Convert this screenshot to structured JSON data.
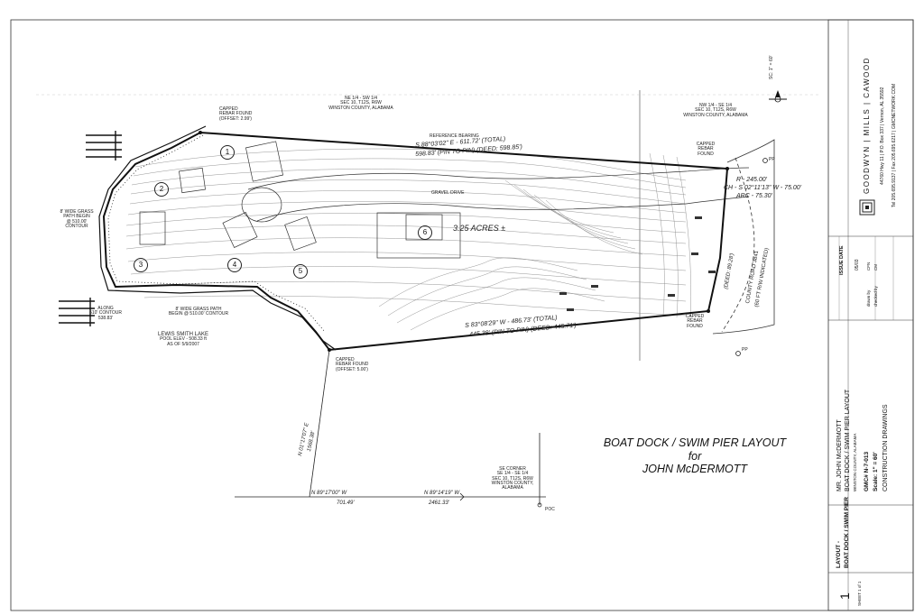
{
  "title": {
    "line1": "BOAT DOCK / SWIM PIER LAYOUT",
    "line2": "for",
    "line3": "JOHN McDERMOTT"
  },
  "labels": {
    "ne_quarter": [
      "NE 1/4 - SW 1/4",
      "SEC 10, T12S, R6W",
      "WINSTON COUNTY, ALABAMA"
    ],
    "nw_quarter": [
      "NW 1/4 - SE 1/4",
      "SEC 10, T12S, R6W",
      "WINSTON COUNTY, ALABAMA"
    ],
    "capped_rebar_nw": [
      "CAPPED",
      "REBAR FOUND",
      "(OFFSET: 2.99')"
    ],
    "capped_rebar_ne": [
      "CAPPED",
      "REBAR",
      "FOUND"
    ],
    "capped_rebar_se": [
      "CAPPED",
      "REBAR",
      "FOUND"
    ],
    "capped_rebar_sw": [
      "CAPPED",
      "REBAR FOUND",
      "(OFFSET: 5.00')"
    ],
    "north_bearing_total": "S 88°03'02\" E - 611.72' (TOTAL)",
    "north_bearing_pin": "598.83' (PIN TO PIN) (DEED: 598.85')",
    "reference_bearing": "REFERENCE BEARING",
    "south_bearing_total": "S 83°08'29\" W - 486.73' (TOTAL)",
    "south_bearing_pin": "445.38' (PIN TO PIN) (DEED: 445.71')",
    "curve_r": "R - 245.00'",
    "curve_ch": "CH - S 02°11'13\" W - 75.00'",
    "curve_arc": "ARC - 75.30'",
    "county_road": "COUNTY ROAD 3841",
    "county_row": "(60 FT R/W INDICATED)",
    "east_deed": "(DEED: 89.28')",
    "acres": "3.25 ACRES ±",
    "grass_path_n": [
      "8' WIDE GRASS",
      "PATH BEGIN",
      "@ 510.00'",
      "CONTOUR"
    ],
    "grass_path_s": [
      "8' WIDE GRASS PATH",
      "BEGIN @ 510.00' CONTOUR"
    ],
    "along_contour": [
      "ALONG",
      "510' CONTOUR",
      "538.83'"
    ],
    "lake": [
      "LEWIS SMITH LAKE",
      "POOL ELEV - 508.33 ft",
      "AS OF 5/9/2007"
    ],
    "tie_bearing_1": "N 01°17'07\" E",
    "tie_dist_1": "1568.38'",
    "tie_bearing_2": "N 89°17'00\" W",
    "tie_dist_2": "701.49'",
    "tie_bearing_3": "N 89°14'19\" W",
    "tie_dist_3": "2461.33'",
    "se_corner": [
      "SE CORNER",
      "SE 1/4 - SE 1/4",
      "SEC 10, T12S, R6W",
      "WINSTON COUNTY,",
      "ALABAMA"
    ],
    "poc": "POC",
    "gravel_drive": "GRAVEL DRIVE",
    "pp1": "PP",
    "pp2": "PP",
    "lot_numbers": [
      "1",
      "2",
      "3",
      "4",
      "5",
      "6"
    ],
    "north_arrow": "SC: 1\" = 60'"
  },
  "title_block": {
    "firm_name": "GOODWYN | MILLS | CAWOOD",
    "firm_addr": "44760 Hwy 11  |  P.O. Box 337  |  Vernon, AL 35592",
    "firm_phone": "Tel 205.695.9137  |  Fax 205.695.6217  |  GMCNETWORK.COM",
    "issue_date_label": "ISSUE DATE",
    "issue_date": "05/03",
    "client": "MR. JOHN McDERMOTT",
    "project": "BOAT DOCK / SWIM PIER LAYOUT",
    "location": "WINSTON COUNTY, ALABAMA",
    "gmc_no": "GMC# N-7-013",
    "scale": "Scale: 1\" = 60'",
    "phase": "CONSTRUCTION DRAWINGS",
    "sheet_title": "LAYOUT -",
    "sheet_title2": "BOAT DOCK / SWIM PIER",
    "sheet_no": "1",
    "sheet_of": "SHEET  1  of  1",
    "drawn": "drawn by",
    "checked": "checked by",
    "drawn_v": "CFN",
    "checked_v": "CM"
  }
}
